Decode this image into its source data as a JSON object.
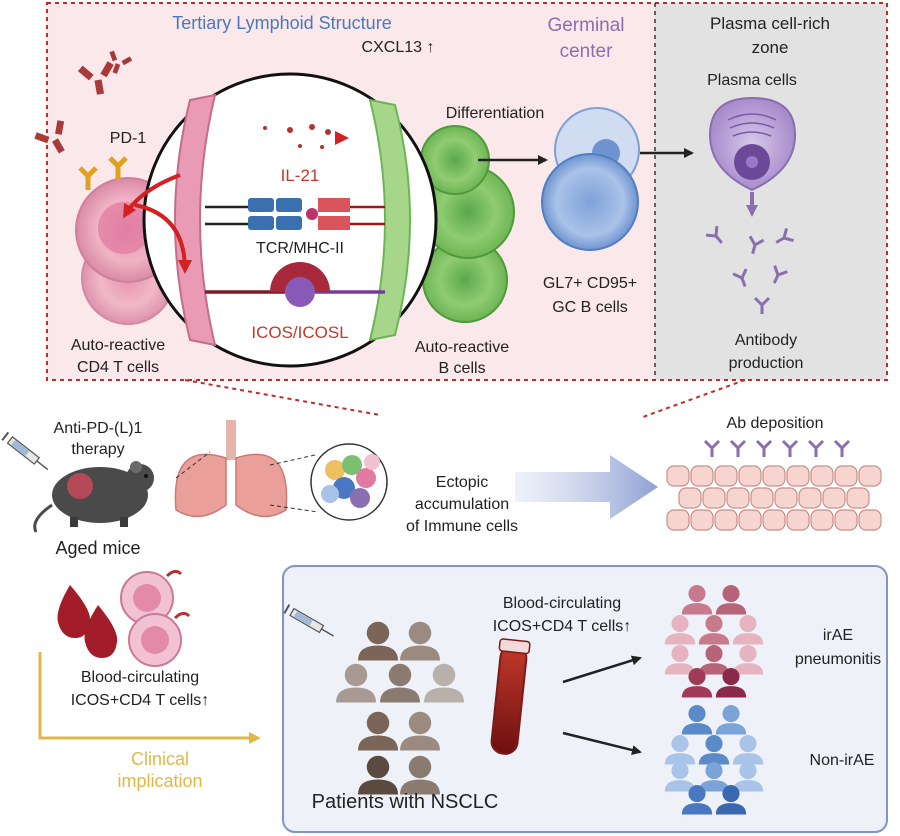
{
  "tls": {
    "title": "Tertiary Lymphoid Structure",
    "cxcl13": "CXCL13 ↑",
    "germinal_center": [
      "Germinal",
      "center"
    ],
    "plasma_zone": [
      "Plasma cell-rich",
      "zone"
    ]
  },
  "cells": {
    "pd1": "PD-1",
    "cd4": [
      "Auto-reactive",
      "CD4 T cells"
    ],
    "bcells": [
      "Auto-reactive",
      "B cells"
    ],
    "il21": "IL-21",
    "tcr": "TCR/MHC-II",
    "icos": "ICOS/ICOSL",
    "differentiation": "Differentiation",
    "gc_b": [
      "GL7+ CD95+",
      "GC  B cells"
    ],
    "plasma_cells": "Plasma cells",
    "antibody": [
      "Antibody",
      "production"
    ]
  },
  "mice": {
    "therapy": [
      "Anti-PD-(L)1",
      "therapy"
    ],
    "aged": "Aged mice",
    "ectopic": [
      "Ectopic",
      "accumulation",
      "of Immune cells"
    ],
    "ab_deposition": "Ab deposition"
  },
  "clinical": {
    "blood_left": [
      "Blood-circulating",
      "ICOS+CD4 T cells↑"
    ],
    "implication": [
      "Clinical",
      "implication"
    ],
    "blood_right": [
      "Blood-circulating",
      "ICOS+CD4 T cells↑"
    ],
    "patients": "Patients with NSCLC",
    "irae": [
      "irAE",
      "pneumonitis"
    ],
    "non_irae": "Non-irAE"
  },
  "colors": {
    "tls_blue": "#4a78c0",
    "gc_purple": "#8a6fb0",
    "red": "#c0392b",
    "dark_red": "#a31c1c",
    "gold": "#e0b84a",
    "box_border": "#7f95c4",
    "box_fill": "#eef1f8",
    "pink_fill": "#fbe9ea",
    "gray_fill": "#e3e3e3"
  }
}
